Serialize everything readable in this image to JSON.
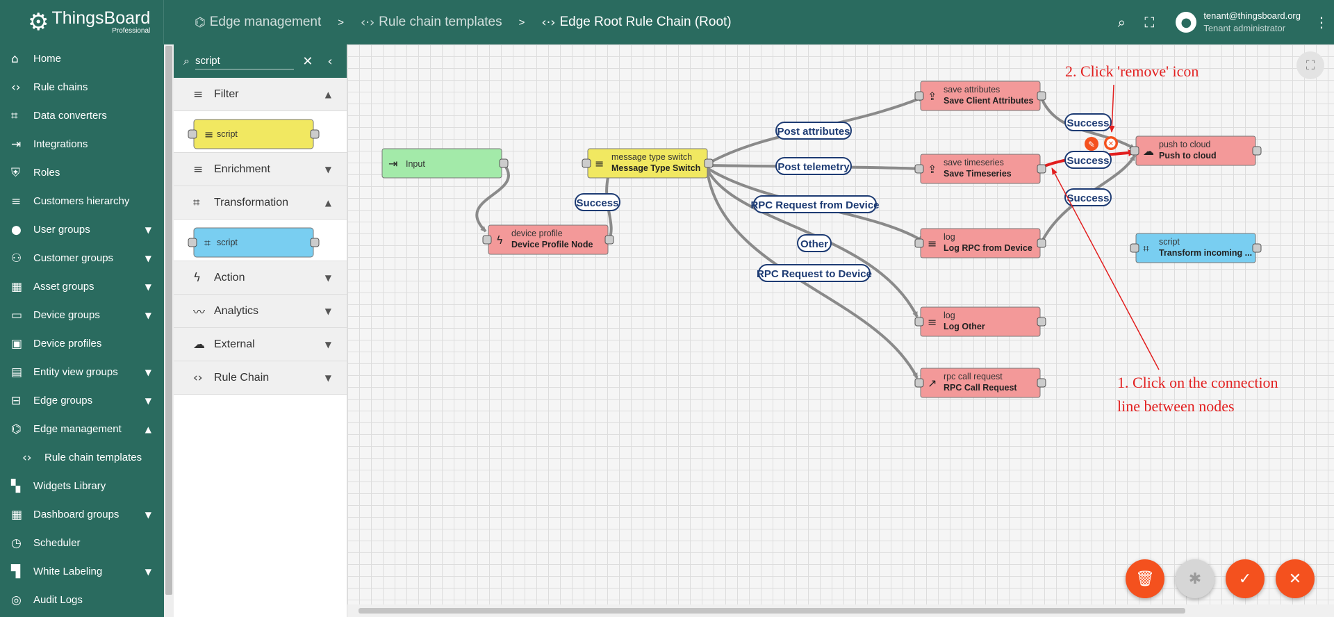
{
  "app": {
    "name": "ThingsBoard",
    "edition": "Professional"
  },
  "breadcrumbs": [
    {
      "icon": "edge-icon",
      "label": "Edge management"
    },
    {
      "icon": "rule-chain-icon",
      "label": "Rule chain templates"
    },
    {
      "icon": "rule-chain-icon",
      "label": "Edge Root Rule Chain (Root)"
    }
  ],
  "user": {
    "email": "tenant@thingsboard.org",
    "role": "Tenant administrator"
  },
  "sidebar": {
    "items": [
      {
        "label": "Home",
        "icon": "home-icon"
      },
      {
        "label": "Rule chains",
        "icon": "rule-chain-icon"
      },
      {
        "label": "Data converters",
        "icon": "transform-icon"
      },
      {
        "label": "Integrations",
        "icon": "input-icon"
      },
      {
        "label": "Roles",
        "icon": "shield-icon"
      },
      {
        "label": "Customers hierarchy",
        "icon": "sort-icon"
      },
      {
        "label": "User groups",
        "icon": "account-circle-icon"
      },
      {
        "label": "Customer groups",
        "icon": "supervisor-icon"
      },
      {
        "label": "Asset groups",
        "icon": "domain-icon"
      },
      {
        "label": "Device groups",
        "icon": "devices-icon"
      },
      {
        "label": "Device profiles",
        "icon": "device-profile-icon"
      },
      {
        "label": "Entity view groups",
        "icon": "view-quilt-icon"
      },
      {
        "label": "Edge groups",
        "icon": "router-icon"
      },
      {
        "label": "Edge management",
        "icon": "edge-icon"
      },
      {
        "label": "Rule chain templates",
        "icon": "rule-chain-icon"
      },
      {
        "label": "Widgets Library",
        "icon": "widgets-icon"
      },
      {
        "label": "Dashboard groups",
        "icon": "dashboard-icon"
      },
      {
        "label": "Scheduler",
        "icon": "schedule-icon"
      },
      {
        "label": "White Labeling",
        "icon": "format-paint-icon"
      },
      {
        "label": "Audit Logs",
        "icon": "track-changes-icon"
      }
    ]
  },
  "library": {
    "search_value": "script",
    "sections": [
      {
        "label": "Filter",
        "icon": "filter-icon",
        "expanded": true,
        "node_label": "script",
        "node_color": "#f1e861"
      },
      {
        "label": "Enrichment",
        "icon": "playlist-add-icon",
        "expanded": false
      },
      {
        "label": "Transformation",
        "icon": "transform-icon",
        "expanded": true,
        "node_label": "script",
        "node_color": "#79cef1"
      },
      {
        "label": "Action",
        "icon": "flash-icon",
        "expanded": false
      },
      {
        "label": "Analytics",
        "icon": "timeline-icon",
        "expanded": false
      },
      {
        "label": "External",
        "icon": "cloud-upload-icon",
        "expanded": false
      },
      {
        "label": "Rule Chain",
        "icon": "rule-chain-icon",
        "expanded": false
      }
    ]
  },
  "nodes": {
    "input": {
      "type": "Input",
      "color": "#a3eaa9"
    },
    "device_profile": {
      "type": "device profile",
      "name": "Device Profile Node",
      "color": "#f39999"
    },
    "message_type_switch": {
      "type": "message type switch",
      "name": "Message Type Switch",
      "color": "#f1e861"
    },
    "save_attributes": {
      "type": "save attributes",
      "name": "Save Client Attributes",
      "color": "#f39999"
    },
    "save_timeseries": {
      "type": "save timeseries",
      "name": "Save Timeseries",
      "color": "#f39999"
    },
    "log_rpc": {
      "type": "log",
      "name": "Log RPC from Device",
      "color": "#f39999"
    },
    "log_other": {
      "type": "log",
      "name": "Log Other",
      "color": "#f39999"
    },
    "rpc_call": {
      "type": "rpc call request",
      "name": "RPC Call Request",
      "color": "#f39999"
    },
    "push_cloud": {
      "type": "push to cloud",
      "name": "Push to cloud",
      "color": "#f39999"
    },
    "script": {
      "type": "script",
      "name": "Transform incoming ...",
      "color": "#79cef1"
    }
  },
  "edges": {
    "success_dp": "Success",
    "post_attributes": "Post attributes",
    "post_telemetry": "Post telemetry",
    "rpc_from_device": "RPC Request from Device",
    "other": "Other",
    "rpc_to_device": "RPC Request to Device",
    "success_attr": "Success",
    "success_ts": "Success",
    "success_log": "Success"
  },
  "annotations": {
    "step2": "2. Click 'remove' icon",
    "step1_line1": "1. Click on the connection",
    "step1_line2": "line between nodes"
  },
  "colors": {
    "primary": "#2a6b5f",
    "accent": "#f4511e",
    "annotation": "#e21f1f",
    "edge_label": "#1d3b73"
  }
}
